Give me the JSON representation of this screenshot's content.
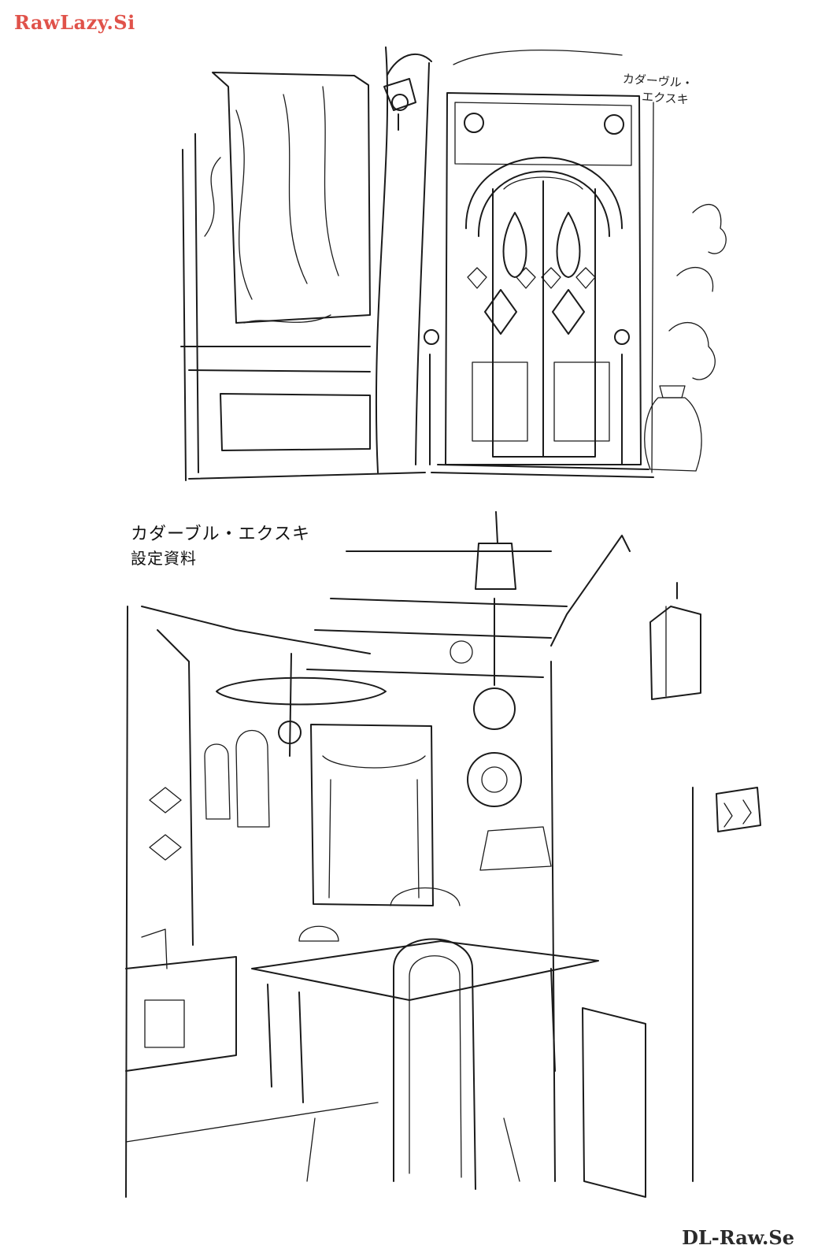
{
  "watermarks": {
    "top_left": "RawLazy.Si",
    "bottom_right": "DL-Raw.Se"
  },
  "caption": {
    "title": "カダーブル・エクスキ",
    "subtitle": "設定資料"
  },
  "sketch_note": {
    "line1": "カダーヴル・",
    "line2": "エクスキ"
  },
  "colors": {
    "watermark_top": "#e0524a",
    "ink": "#1b1b1b",
    "paper": "#ffffff"
  }
}
